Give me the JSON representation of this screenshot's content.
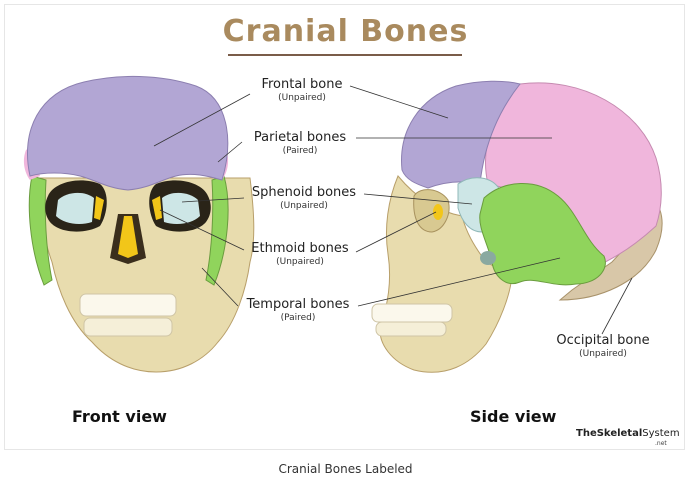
{
  "title": "Cranial Bones",
  "labels": {
    "frontal": {
      "name": "Frontal bone",
      "note": "(Unpaired)"
    },
    "parietal": {
      "name": "Parietal bones",
      "note": "(Paired)"
    },
    "sphenoid": {
      "name": "Sphenoid bones",
      "note": "(Unpaired)"
    },
    "ethmoid": {
      "name": "Ethmoid bones",
      "note": "(Unpaired)"
    },
    "temporal": {
      "name": "Temporal bones",
      "note": "(Paired)"
    },
    "occipital": {
      "name": "Occipital bone",
      "note": "(Unpaired)"
    }
  },
  "views": {
    "front": "Front view",
    "side": "Side view"
  },
  "brand": {
    "part1": "The",
    "part2": "Skeletal",
    "part3": "System",
    "suffix": ".net"
  },
  "caption": "Cranial Bones Labeled",
  "colors": {
    "title": "#a98a5e",
    "frontal": "#b2a6d4",
    "parietal": "#f0b6dc",
    "sphenoid": "#cde6e6",
    "ethmoid": "#f2c619",
    "temporal": "#90d45c",
    "occipital": "#d8c7a8",
    "face_bone": "#e8dcae"
  }
}
